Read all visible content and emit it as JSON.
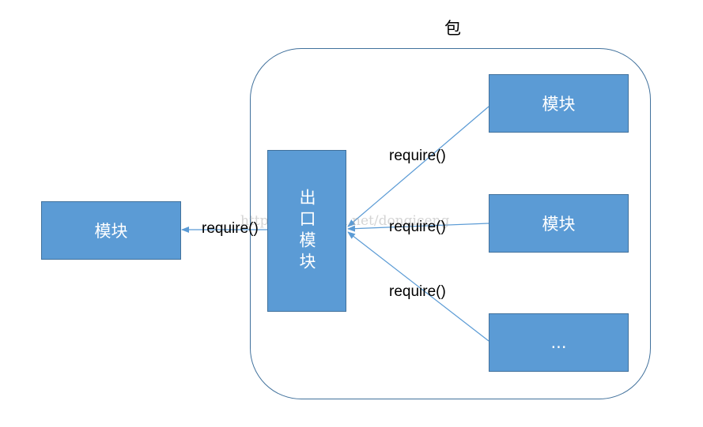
{
  "package": {
    "title": "包"
  },
  "modules": {
    "external": "模块",
    "exit": "出口模块",
    "top": "模块",
    "middle": "模块",
    "bottom": "..."
  },
  "labels": {
    "left": "require()",
    "upper": "require()",
    "mid": "require()",
    "lower": "require()"
  },
  "watermark": "http://blog.csdn.net/dongiceng",
  "colors": {
    "box_fill": "#5b9bd5",
    "box_border": "#41719c",
    "connector": "#5b9bd5"
  }
}
